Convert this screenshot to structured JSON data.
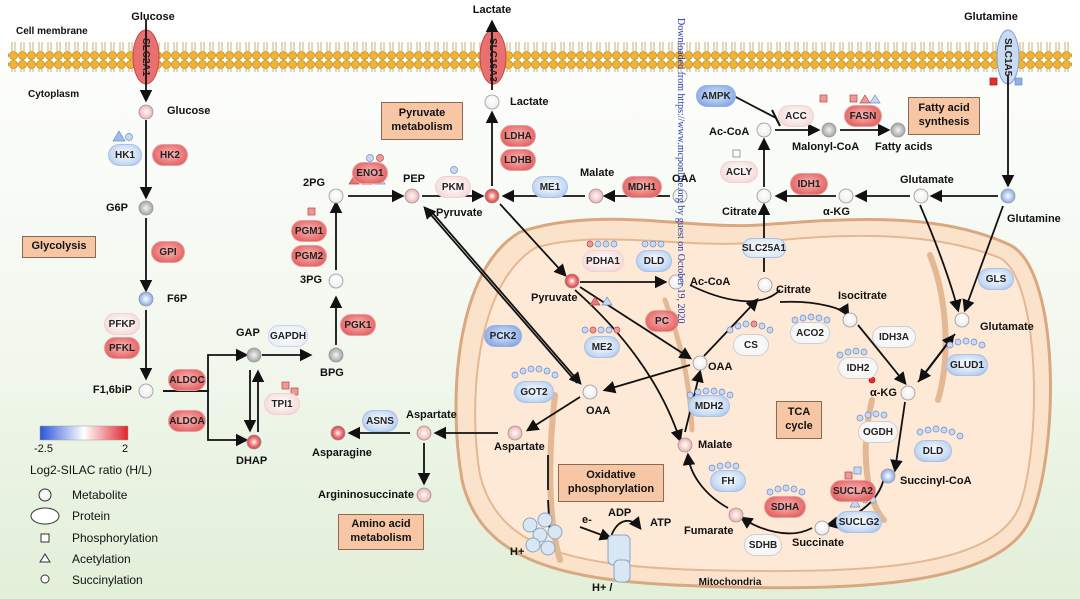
{
  "membrane": {
    "cell_membrane": "Cell membrane",
    "cytoplasm": "Cytoplasm",
    "mitochondria": "Mitochondria"
  },
  "transporters": {
    "slc2a1": "SLC2A1",
    "slc16a3": "SLC16A3",
    "slc1a5": "SLC1A5",
    "slc25a1": "SLC25A1"
  },
  "extracellular": {
    "glucose": "Glucose",
    "lactate": "Lactate",
    "glutamine": "Glutamine"
  },
  "metabolites": {
    "glucose": "Glucose",
    "g6p": "G6P",
    "f6p": "F6P",
    "f16bip": "F1,6biP",
    "gap": "GAP",
    "dhap": "DHAP",
    "bpg": "BPG",
    "pg3": "3PG",
    "pg2": "2PG",
    "pep": "PEP",
    "pyruvate": "Pyruvate",
    "lactate": "Lactate",
    "malate": "Malate",
    "oaa": "OAA",
    "citrate": "Citrate",
    "acoa": "Ac-CoA",
    "malonylcoa": "Malonyl-CoA",
    "fattyacids": "Fatty acids",
    "glutamate": "Glutamate",
    "akg": "α-KG",
    "glutamine": "Glutamine",
    "aspartate": "Aspartate",
    "asparagine": "Asparagine",
    "argininosuccinate": "Argininosuccinate",
    "m_pyruvate": "Pyruvate",
    "m_acoa": "Ac-CoA",
    "m_citrate": "Citrate",
    "m_isocitrate": "Isocitrate",
    "m_akg": "α-KG",
    "m_succcoa": "Succinyl-CoA",
    "m_succinate": "Succinate",
    "m_fumarate": "Fumarate",
    "m_malate": "Malate",
    "m_oaa": "OAA",
    "m_oaa2": "OAA",
    "m_aspartate": "Aspartate",
    "m_glutamate": "Glutamate",
    "adp": "ADP",
    "atp": "ATP",
    "eminus": "e-",
    "hplus1": "H+",
    "hplus2": "H+ /"
  },
  "proteins": {
    "hk1": "HK1",
    "hk2": "HK2",
    "gpi": "GPI",
    "pfkp": "PFKP",
    "pfkl": "PFKL",
    "aldoc": "ALDOC",
    "aldoa": "ALDOA",
    "tpi1": "TPI1",
    "gapdh": "GAPDH",
    "pgk1": "PGK1",
    "pgm1": "PGM1",
    "pgm2": "PGM2",
    "eno1": "ENO1",
    "pkm": "PKM",
    "ldha": "LDHA",
    "ldhb": "LDHB",
    "me1": "ME1",
    "mdh1": "MDH1",
    "ampk": "AMPK",
    "acc": "ACC",
    "fasn": "FASN",
    "acly": "ACLY",
    "idh1": "IDH1",
    "asns": "ASNS",
    "pdha1": "PDHA1",
    "dld": "DLD",
    "pc": "PC",
    "pck2": "PCK2",
    "me2": "ME2",
    "got2": "GOT2",
    "cs": "CS",
    "aco2": "ACO2",
    "idh3a": "IDH3A",
    "idh2": "IDH2",
    "gls": "GLS",
    "glud1": "GLUD1",
    "mdh2": "MDH2",
    "ogdh": "OGDH",
    "dld2": "DLD",
    "fh": "FH",
    "sdha": "SDHA",
    "sdhb": "SDHB",
    "sucla2": "SUCLA2",
    "suclg2": "SUCLG2"
  },
  "pathways": {
    "glycolysis": "Glycolysis",
    "pyruvate_metabolism": "Pyruvate metabolism",
    "fatty_acid_synthesis": "Fatty acid synthesis",
    "amino_acid_metabolism": "Amino acid metabolism",
    "oxidative_phosphorylation": "Oxidative phosphorylation",
    "tca_cycle": "TCA cycle"
  },
  "legend": {
    "scale_min": "-2.5",
    "scale_max": "2",
    "scale_title": "Log2-SILAC ratio (H/L)",
    "metabolite": "Metabolite",
    "protein": "Protein",
    "phosphorylation": "Phosphorylation",
    "acetylation": "Acetylation",
    "succinylation": "Succinylation",
    "colors": {
      "low": "#2b55d9",
      "mid": "#ffffff",
      "high": "#e0242c"
    }
  },
  "watermark": "Downloaded from https://www.mcponline.org by guest on October 19, 2020"
}
